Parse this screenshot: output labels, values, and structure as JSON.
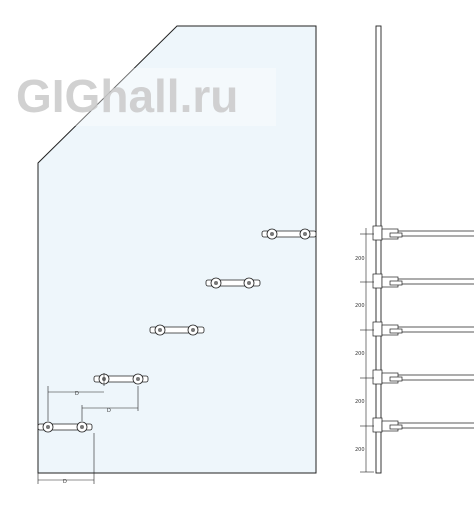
{
  "watermark": {
    "text": "GIGhall.ru"
  },
  "dimensions": {
    "step_labels": [
      "D",
      "D",
      "D"
    ],
    "spacing_labels": [
      "200",
      "200",
      "200",
      "200",
      "200"
    ]
  },
  "colors": {
    "glass_fill": "#eef6fb",
    "line": "#222222",
    "watermark": "#c9c9c9"
  },
  "icons": {
    "fitting": "point-fixing-bracket-icon",
    "clamp": "glass-clamp-icon"
  }
}
